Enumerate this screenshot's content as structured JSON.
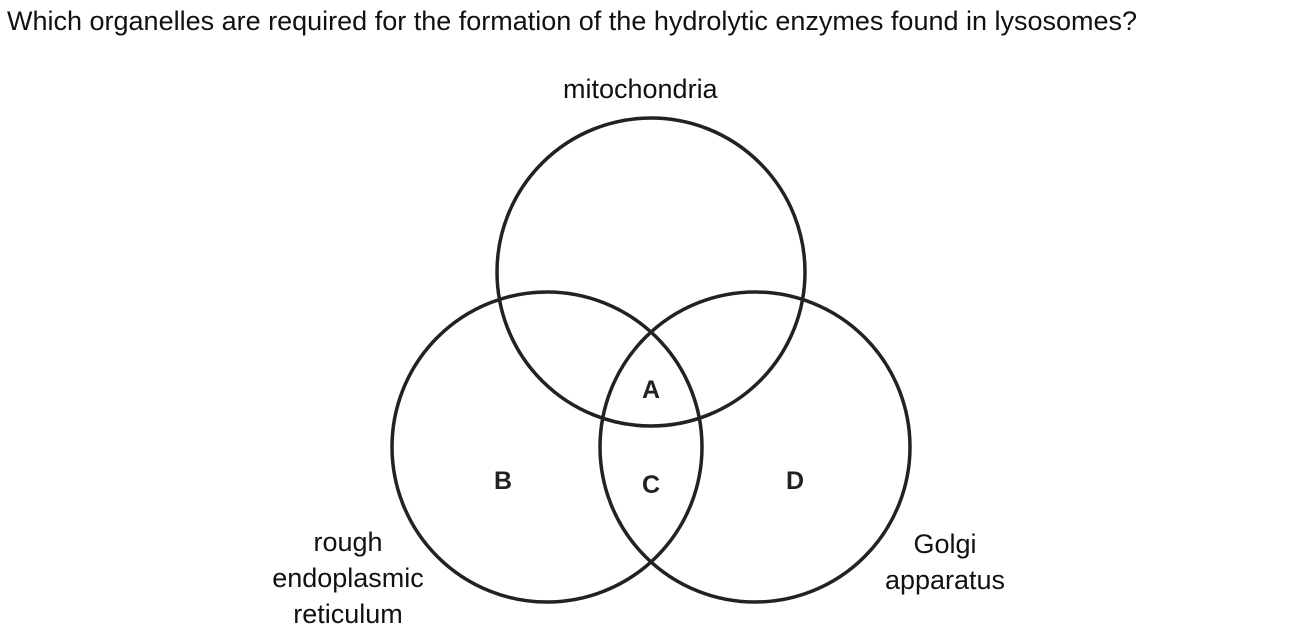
{
  "question": "Which organelles are required for the formation of the hydrolytic enzymes found in lysosomes?",
  "sets": {
    "mitochondria": "mitochondria",
    "rough_er": [
      "rough",
      "endoplasmic",
      "reticulum"
    ],
    "golgi": [
      "Golgi",
      "apparatus"
    ]
  },
  "regions": {
    "a": "A",
    "b": "B",
    "c": "C",
    "d": "D"
  }
}
